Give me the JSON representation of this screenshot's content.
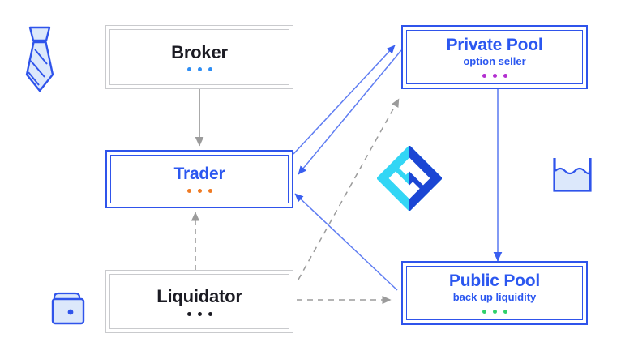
{
  "diagram": {
    "title": "Protocol participant flow diagram",
    "nodes": [
      {
        "key": "broker",
        "title": "Broker",
        "subtitle": "",
        "style": "gray",
        "dot_color": "#2f8ef4",
        "title_color": "#1b1b23"
      },
      {
        "key": "trader",
        "title": "Trader",
        "subtitle": "",
        "style": "blue",
        "dot_color": "#ef7b24",
        "title_color": "#2b57f0"
      },
      {
        "key": "liquidator",
        "title": "Liquidator",
        "subtitle": "",
        "style": "gray",
        "dot_color": "#1b1b23",
        "title_color": "#1b1b23"
      },
      {
        "key": "private-pool",
        "title": "Private Pool",
        "subtitle": "option seller",
        "style": "blue",
        "dot_color": "#b game",
        "title_color": "#2b57f0"
      },
      {
        "key": "public-pool",
        "title": "Public Pool",
        "subtitle": "back up liquidity",
        "style": "blue",
        "dot_color": "#2fd06a",
        "title_color": "#2b57f0"
      }
    ],
    "node_labels": {
      "broker": {
        "title": "Broker",
        "subtitle": ""
      },
      "trader": {
        "title": "Trader",
        "subtitle": ""
      },
      "liquidator": {
        "title": "Liquidator",
        "subtitle": ""
      },
      "private_pool": {
        "title": "Private Pool",
        "subtitle": "option seller"
      },
      "public_pool": {
        "title": "Public Pool",
        "subtitle": "back up liquidity"
      }
    },
    "dot_colors": {
      "broker": "#2f8ef4",
      "trader": "#ef7b24",
      "liquidator": "#1b1b23",
      "private_pool": "#b32fd0",
      "public_pool": "#2fd06a"
    },
    "colors": {
      "brand_blue": "#2f54eb",
      "title_blue": "#2b57f0",
      "text_dark": "#1b1b23",
      "border_gray": "#c9cacd",
      "arrow_gray": "#9b9b9b",
      "arrow_blue": "#4a6cf0",
      "logo_cyan": "#33d6f5",
      "logo_blue": "#1b46d4",
      "icon_fill": "#dce8fb",
      "background": "#ffffff"
    },
    "connections": [
      {
        "from": "Broker",
        "to": "Trader",
        "style": "solid",
        "color": "gray"
      },
      {
        "from": "Liquidator",
        "to": "Trader",
        "style": "dashed",
        "color": "gray"
      },
      {
        "from": "Trader",
        "to": "Private Pool",
        "style": "solid",
        "color": "blue"
      },
      {
        "from": "Private Pool",
        "to": "Trader",
        "style": "solid",
        "color": "blue"
      },
      {
        "from": "Public Pool",
        "to": "Trader",
        "style": "solid",
        "color": "blue"
      },
      {
        "from": "Private Pool",
        "to": "Public Pool",
        "style": "solid",
        "color": "blue"
      },
      {
        "from": "Liquidator",
        "to": "Private Pool",
        "style": "dashed",
        "color": "gray"
      },
      {
        "from": "Liquidator",
        "to": "Public Pool",
        "style": "dashed",
        "color": "gray"
      }
    ],
    "icons": [
      {
        "name": "necktie-icon",
        "meaning": "broker"
      },
      {
        "name": "wallet-icon",
        "meaning": "liquidator funds"
      },
      {
        "name": "brand-logo-icon",
        "meaning": "protocol logo"
      },
      {
        "name": "liquidity-tank-icon",
        "meaning": "liquidity"
      }
    ]
  }
}
